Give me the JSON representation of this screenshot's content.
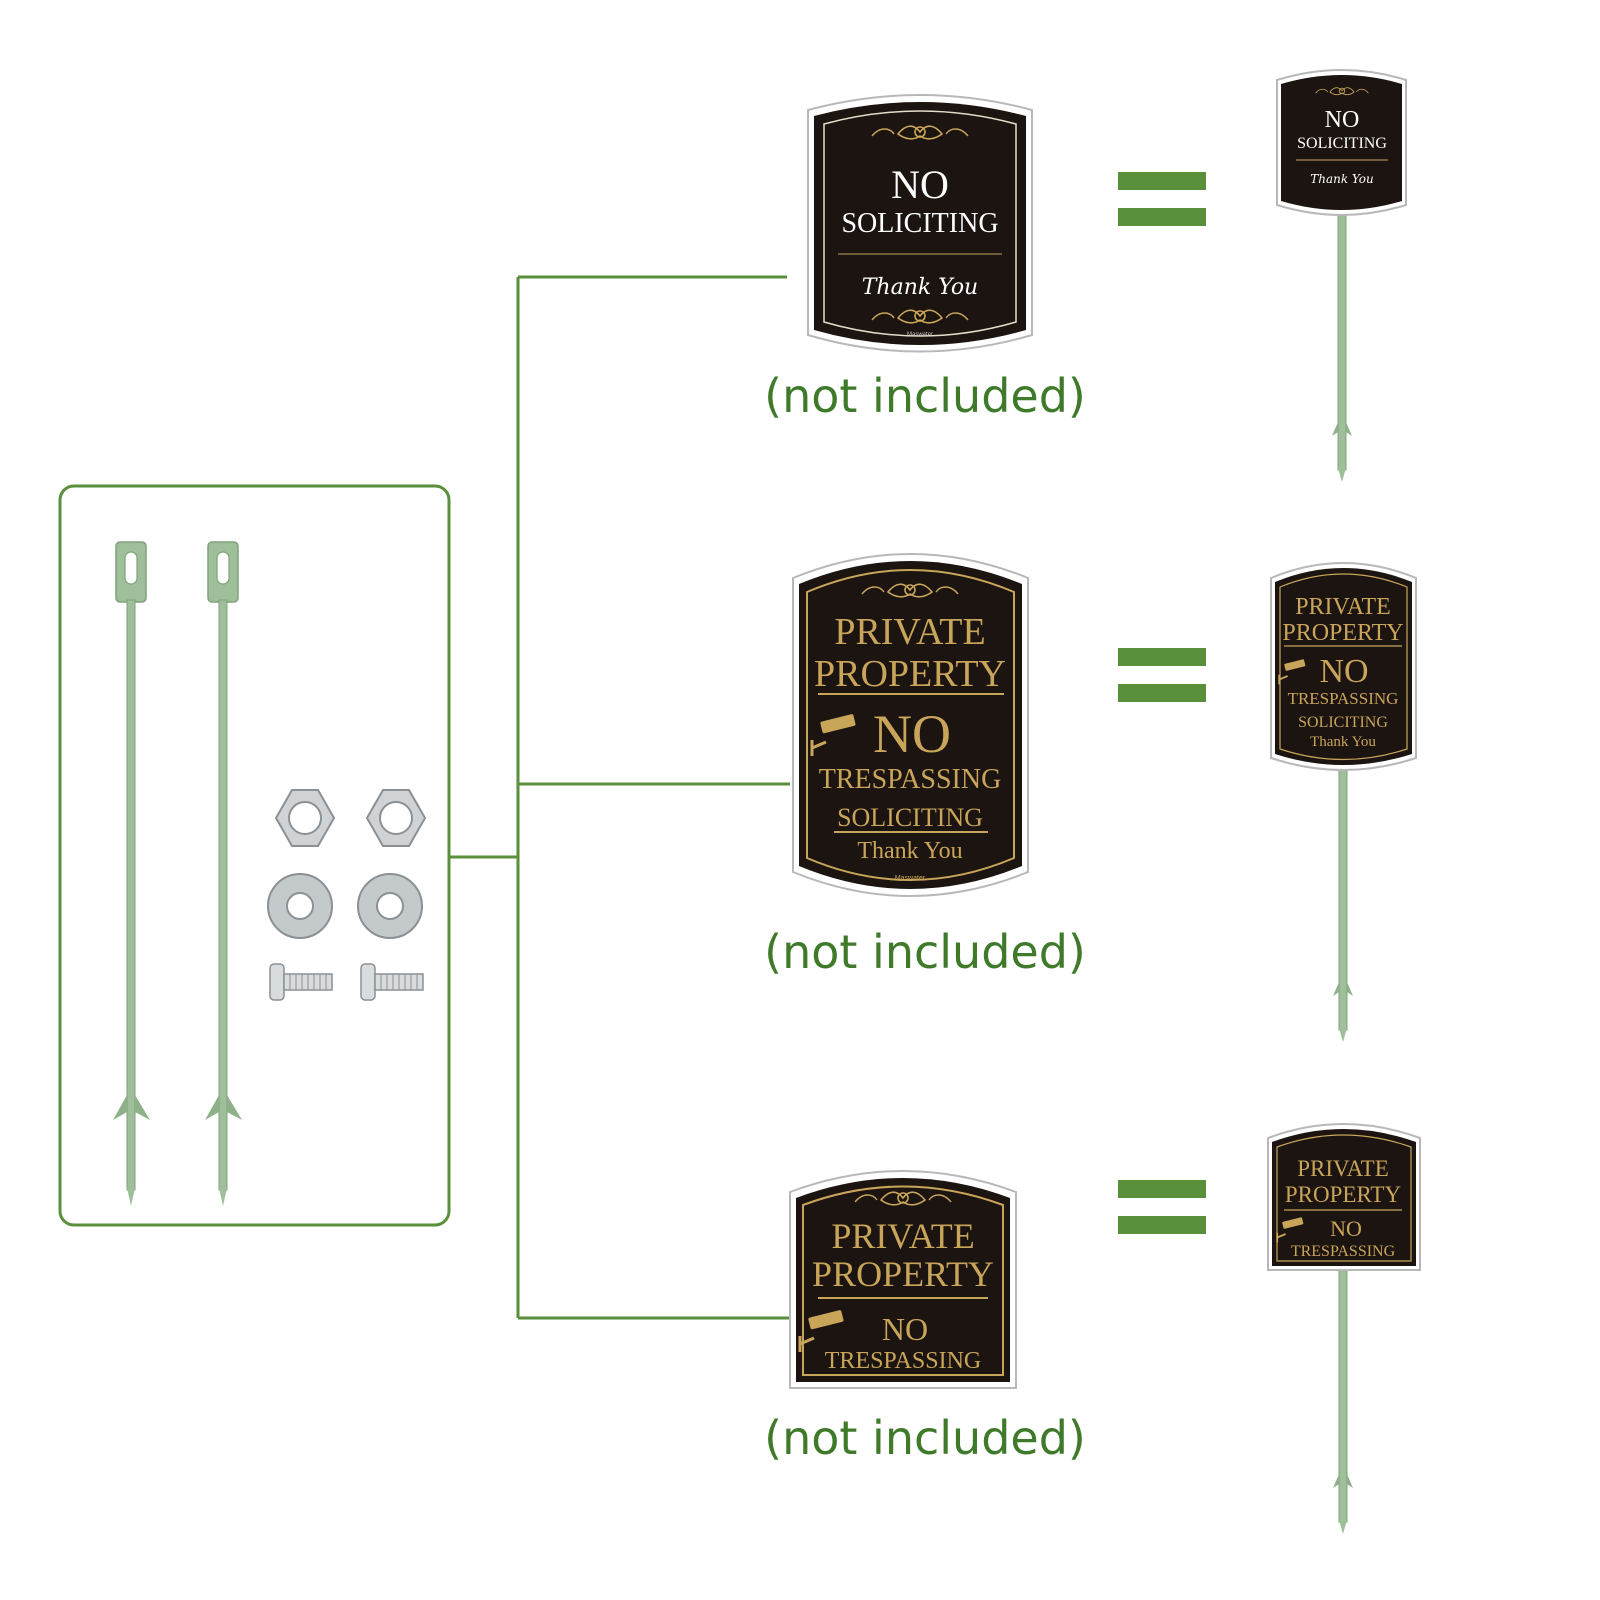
{
  "colors": {
    "accent_green": "#5a8f3c",
    "caption_green": "#3f7a2b",
    "sign_background": "#1c1410",
    "sign_gold": "#c9a55a",
    "stake_green": "#9fbf9a"
  },
  "captions": [
    "(not included)",
    "(not included)",
    "(not included)"
  ],
  "signs": {
    "no_soliciting": {
      "line1": "NO",
      "line2": "SOLICITING",
      "line3": "Thank You",
      "brand": "Maswater"
    },
    "private_property_soliciting": {
      "line1": "PRIVATE",
      "line2": "PROPERTY",
      "line3": "NO",
      "line4": "TRESPASSING",
      "line5": "SOLICITING",
      "line6": "Thank You",
      "brand": "Maswater"
    },
    "private_property_trespassing": {
      "line1": "PRIVATE",
      "line2": "PROPERTY",
      "line3": "NO",
      "line4": "TRESPASSING"
    }
  },
  "icons": [
    "stake-icon",
    "hex-nut-icon",
    "washer-icon",
    "bolt-icon",
    "security-camera-icon",
    "equals-icon",
    "rose-ornament-icon"
  ]
}
